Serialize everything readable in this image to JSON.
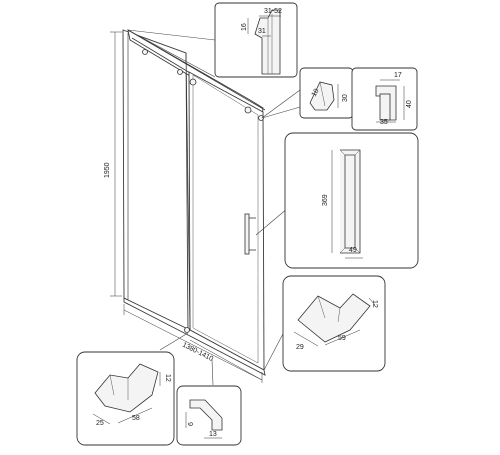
{
  "main_view": {
    "height_label": "1950",
    "width_label": "1380-1410"
  },
  "details": {
    "profile_top": {
      "width_label": "31-52",
      "inner_label": "31",
      "height_label": "16"
    },
    "wheel_bracket": {
      "height_label": "30",
      "width_label": "10"
    },
    "wall_bracket": {
      "width_label": "17",
      "depth_label": "35",
      "height_label": "40"
    },
    "handle": {
      "length_label": "369",
      "width_label": "49"
    },
    "floor_guide_right": {
      "width_label": "59",
      "depth_label": "29",
      "height_label": "12"
    },
    "floor_guide_left": {
      "width_label": "58",
      "depth_label": "25",
      "height_label": "12"
    },
    "bottom_seal": {
      "height_label": "6",
      "width_label": "13"
    }
  },
  "colors": {
    "line": "#3a3a3a",
    "background": "#ffffff"
  }
}
